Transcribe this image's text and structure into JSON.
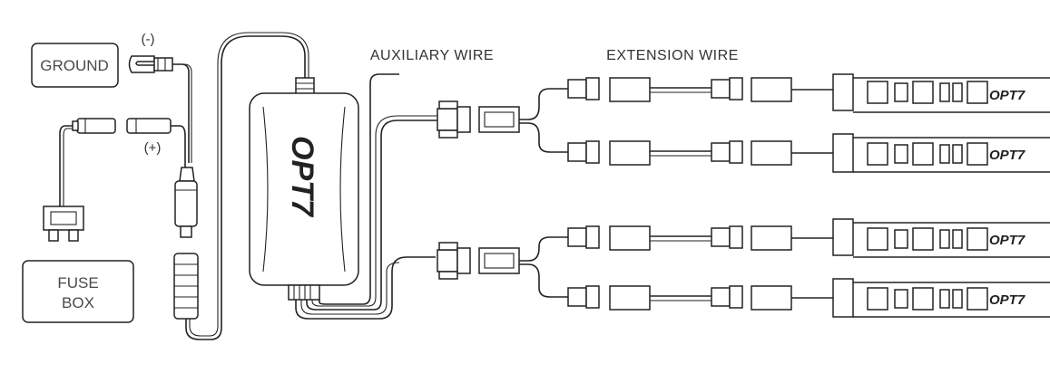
{
  "labels": {
    "ground": "GROUND",
    "negative": "(-)",
    "positive": "(+)",
    "fuse_box_line1": "FUSE",
    "fuse_box_line2": "BOX",
    "auxiliary_wire": "AUXILIARY WIRE",
    "extension_wire": "EXTENSION WIRE",
    "controller_brand": "OPT7",
    "strip_brand": "OPT7"
  },
  "icons": [
    "ring-terminal-icon",
    "inline-fuse-holder-icon",
    "blade-fuse-icon",
    "dc-barrel-connector-icon",
    "controller-box-icon",
    "four-pin-connector-icon",
    "led-strip-icon"
  ],
  "colors": {
    "line": "#222222",
    "text": "#333333",
    "background": "#ffffff"
  }
}
